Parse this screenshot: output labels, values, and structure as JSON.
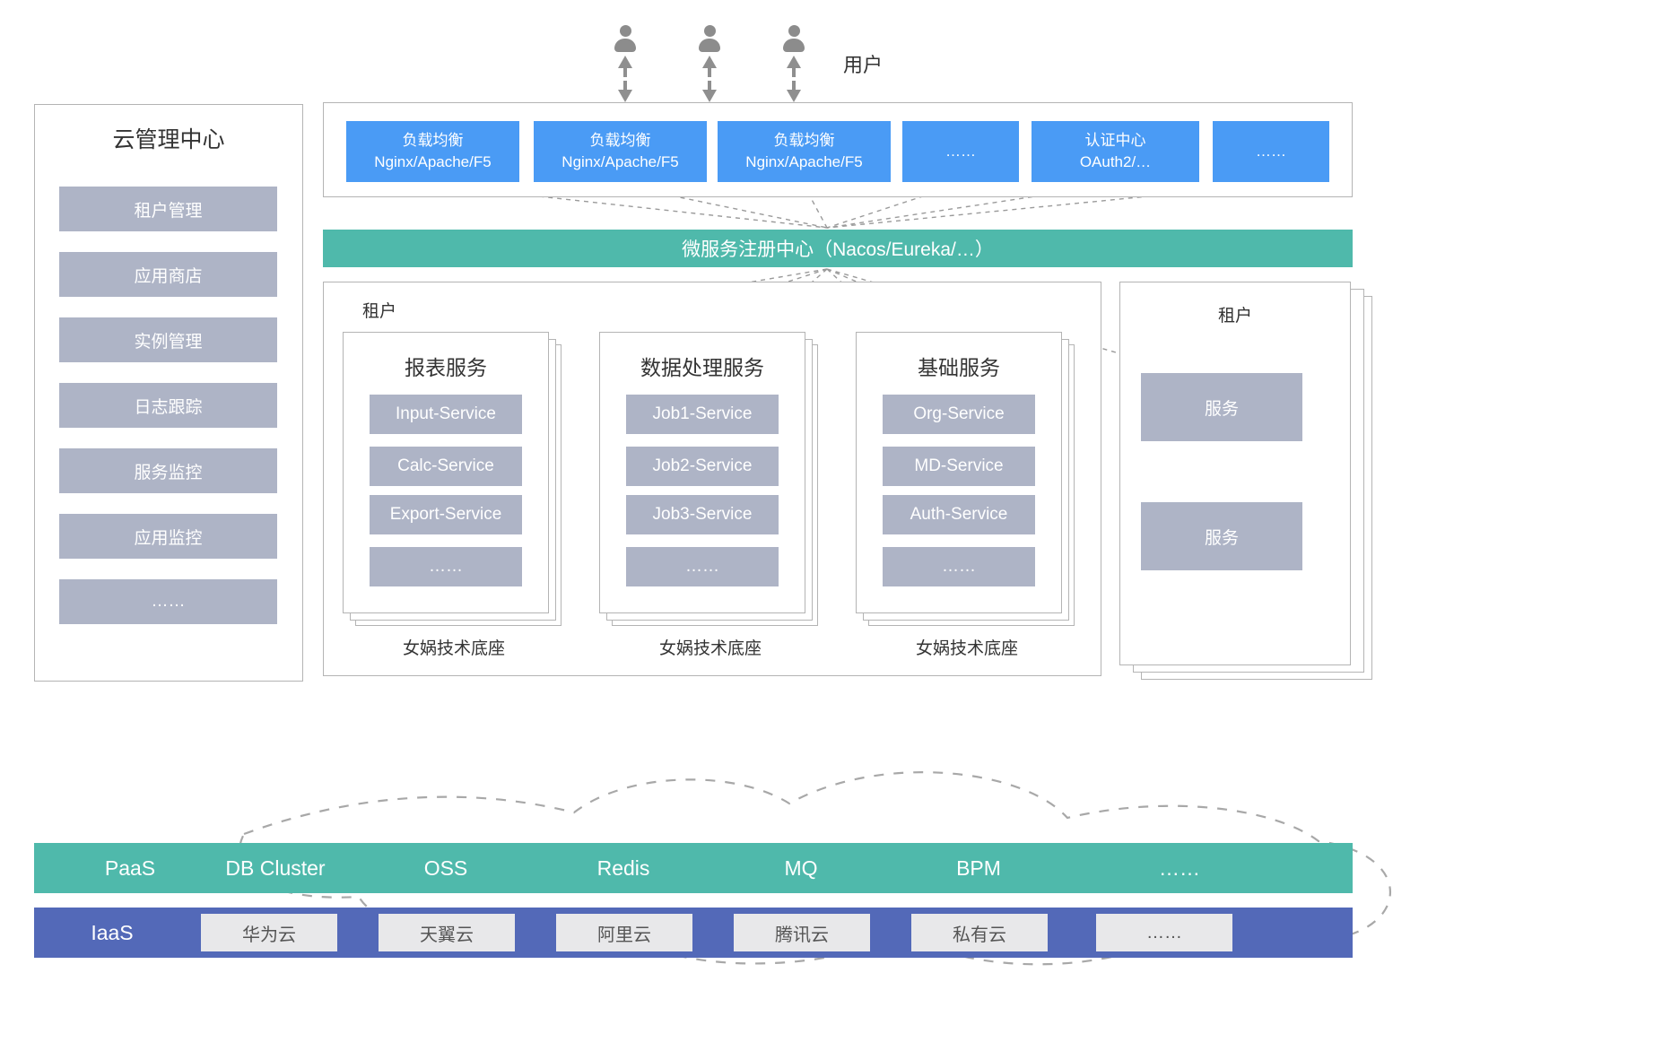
{
  "users": {
    "label": "用户",
    "count": 3,
    "icon": "user-icon",
    "arrow_icon": "double-arrow-icon"
  },
  "cloud_center": {
    "title": "云管理中心",
    "items": [
      {
        "label": "租户管理"
      },
      {
        "label": "应用商店"
      },
      {
        "label": "实例管理"
      },
      {
        "label": "日志跟踪"
      },
      {
        "label": "服务监控"
      },
      {
        "label": "应用监控"
      },
      {
        "label": "……"
      }
    ]
  },
  "access_layer": {
    "boxes": [
      {
        "line1": "负载均衡",
        "line2": "Nginx/Apache/F5"
      },
      {
        "line1": "负载均衡",
        "line2": "Nginx/Apache/F5"
      },
      {
        "line1": "负载均衡",
        "line2": "Nginx/Apache/F5"
      },
      {
        "line1": "……",
        "line2": ""
      },
      {
        "line1": "认证中心",
        "line2": "OAuth2/…"
      },
      {
        "line1": "……",
        "line2": ""
      }
    ]
  },
  "registry": {
    "label": "微服务注册中心（Nacos/Eureka/…）"
  },
  "tenant_main": {
    "label": "租户",
    "groups": [
      {
        "title": "报表服务",
        "base_label": "女娲技术底座",
        "services": [
          "Input-Service",
          "Calc-Service",
          "Export-Service",
          "……"
        ]
      },
      {
        "title": "数据处理服务",
        "base_label": "女娲技术底座",
        "services": [
          "Job1-Service",
          "Job2-Service",
          "Job3-Service",
          "……"
        ]
      },
      {
        "title": "基础服务",
        "base_label": "女娲技术底座",
        "services": [
          "Org-Service",
          "MD-Service",
          "Auth-Service",
          "……"
        ]
      }
    ]
  },
  "tenant_right": {
    "label": "租户",
    "services": [
      "服务",
      "服务"
    ]
  },
  "paas": {
    "label": "PaaS",
    "items": [
      "DB Cluster",
      "OSS",
      "Redis",
      "MQ",
      "BPM",
      "……"
    ]
  },
  "iaas": {
    "label": "IaaS",
    "items": [
      "华为云",
      "天翼云",
      "阿里云",
      "腾讯云",
      "私有云",
      "……"
    ]
  },
  "colors": {
    "blue_box": "#4a9bf5",
    "teal_bar": "#4fb9ab",
    "indigo_bar": "#5369b8",
    "chip_gray": "#aeb4c6",
    "panel_border": "#b4b4b4",
    "iaas_chip": "#e8e8ea"
  }
}
